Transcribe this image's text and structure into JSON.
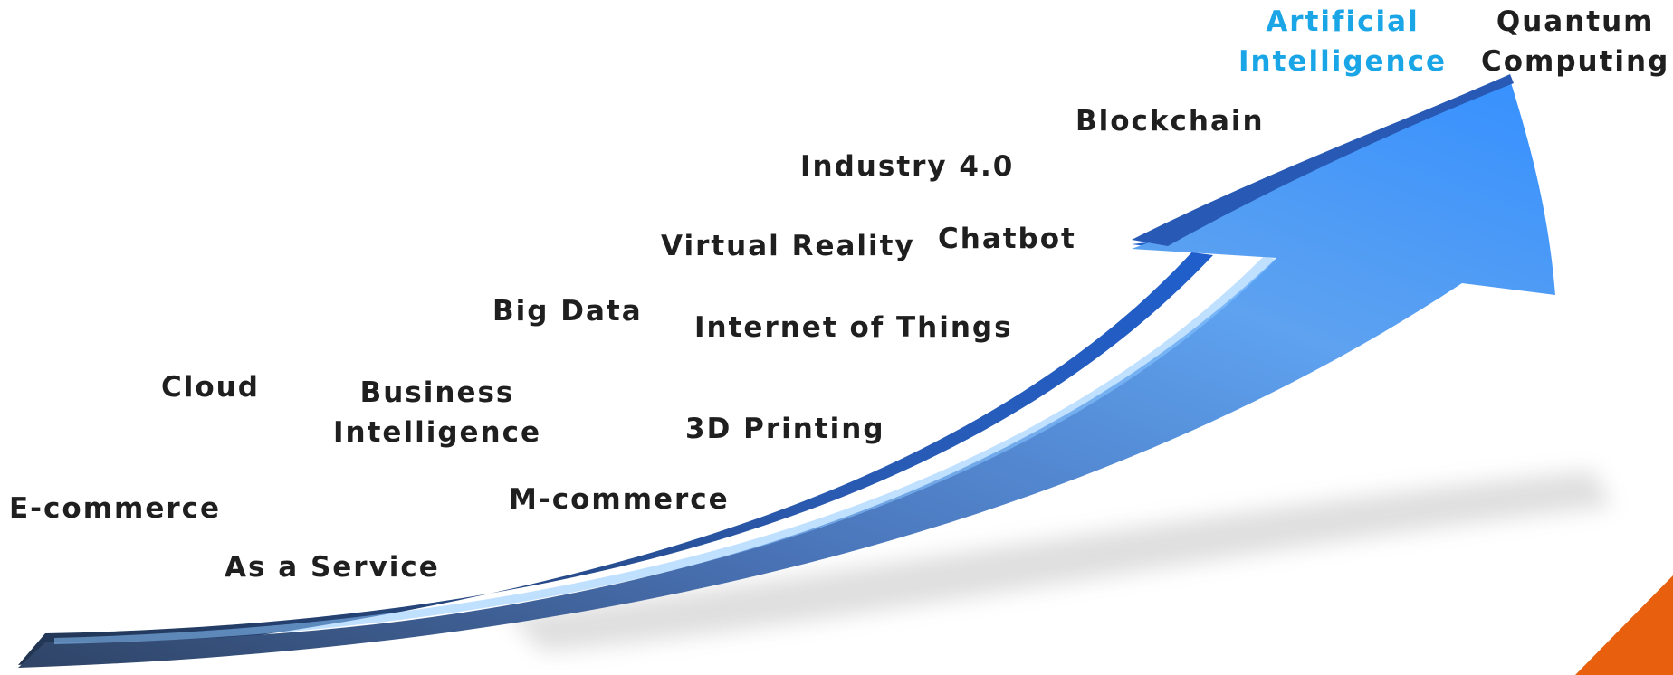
{
  "colors": {
    "text": "#1f1f1f",
    "highlight": "#1aa6e6",
    "arrow_dark": "#2f4466",
    "arrow_light": "#3fa0ff",
    "corner_accent": "#e8600e"
  },
  "technologies": [
    {
      "lines": [
        "E-commerce"
      ]
    },
    {
      "lines": [
        "As a Service"
      ]
    },
    {
      "lines": [
        "Cloud"
      ]
    },
    {
      "lines": [
        "Business",
        "Intelligence"
      ]
    },
    {
      "lines": [
        "M-commerce"
      ]
    },
    {
      "lines": [
        "Big Data"
      ]
    },
    {
      "lines": [
        "3D Printing"
      ]
    },
    {
      "lines": [
        "Internet of Things"
      ]
    },
    {
      "lines": [
        "Virtual Reality"
      ]
    },
    {
      "lines": [
        "Chatbot"
      ]
    },
    {
      "lines": [
        "Industry 4.0"
      ]
    },
    {
      "lines": [
        "Blockchain"
      ]
    },
    {
      "lines": [
        "Artificial",
        "Intelligence"
      ],
      "highlight": true
    },
    {
      "lines": [
        "Quantum",
        "Computing"
      ]
    }
  ]
}
